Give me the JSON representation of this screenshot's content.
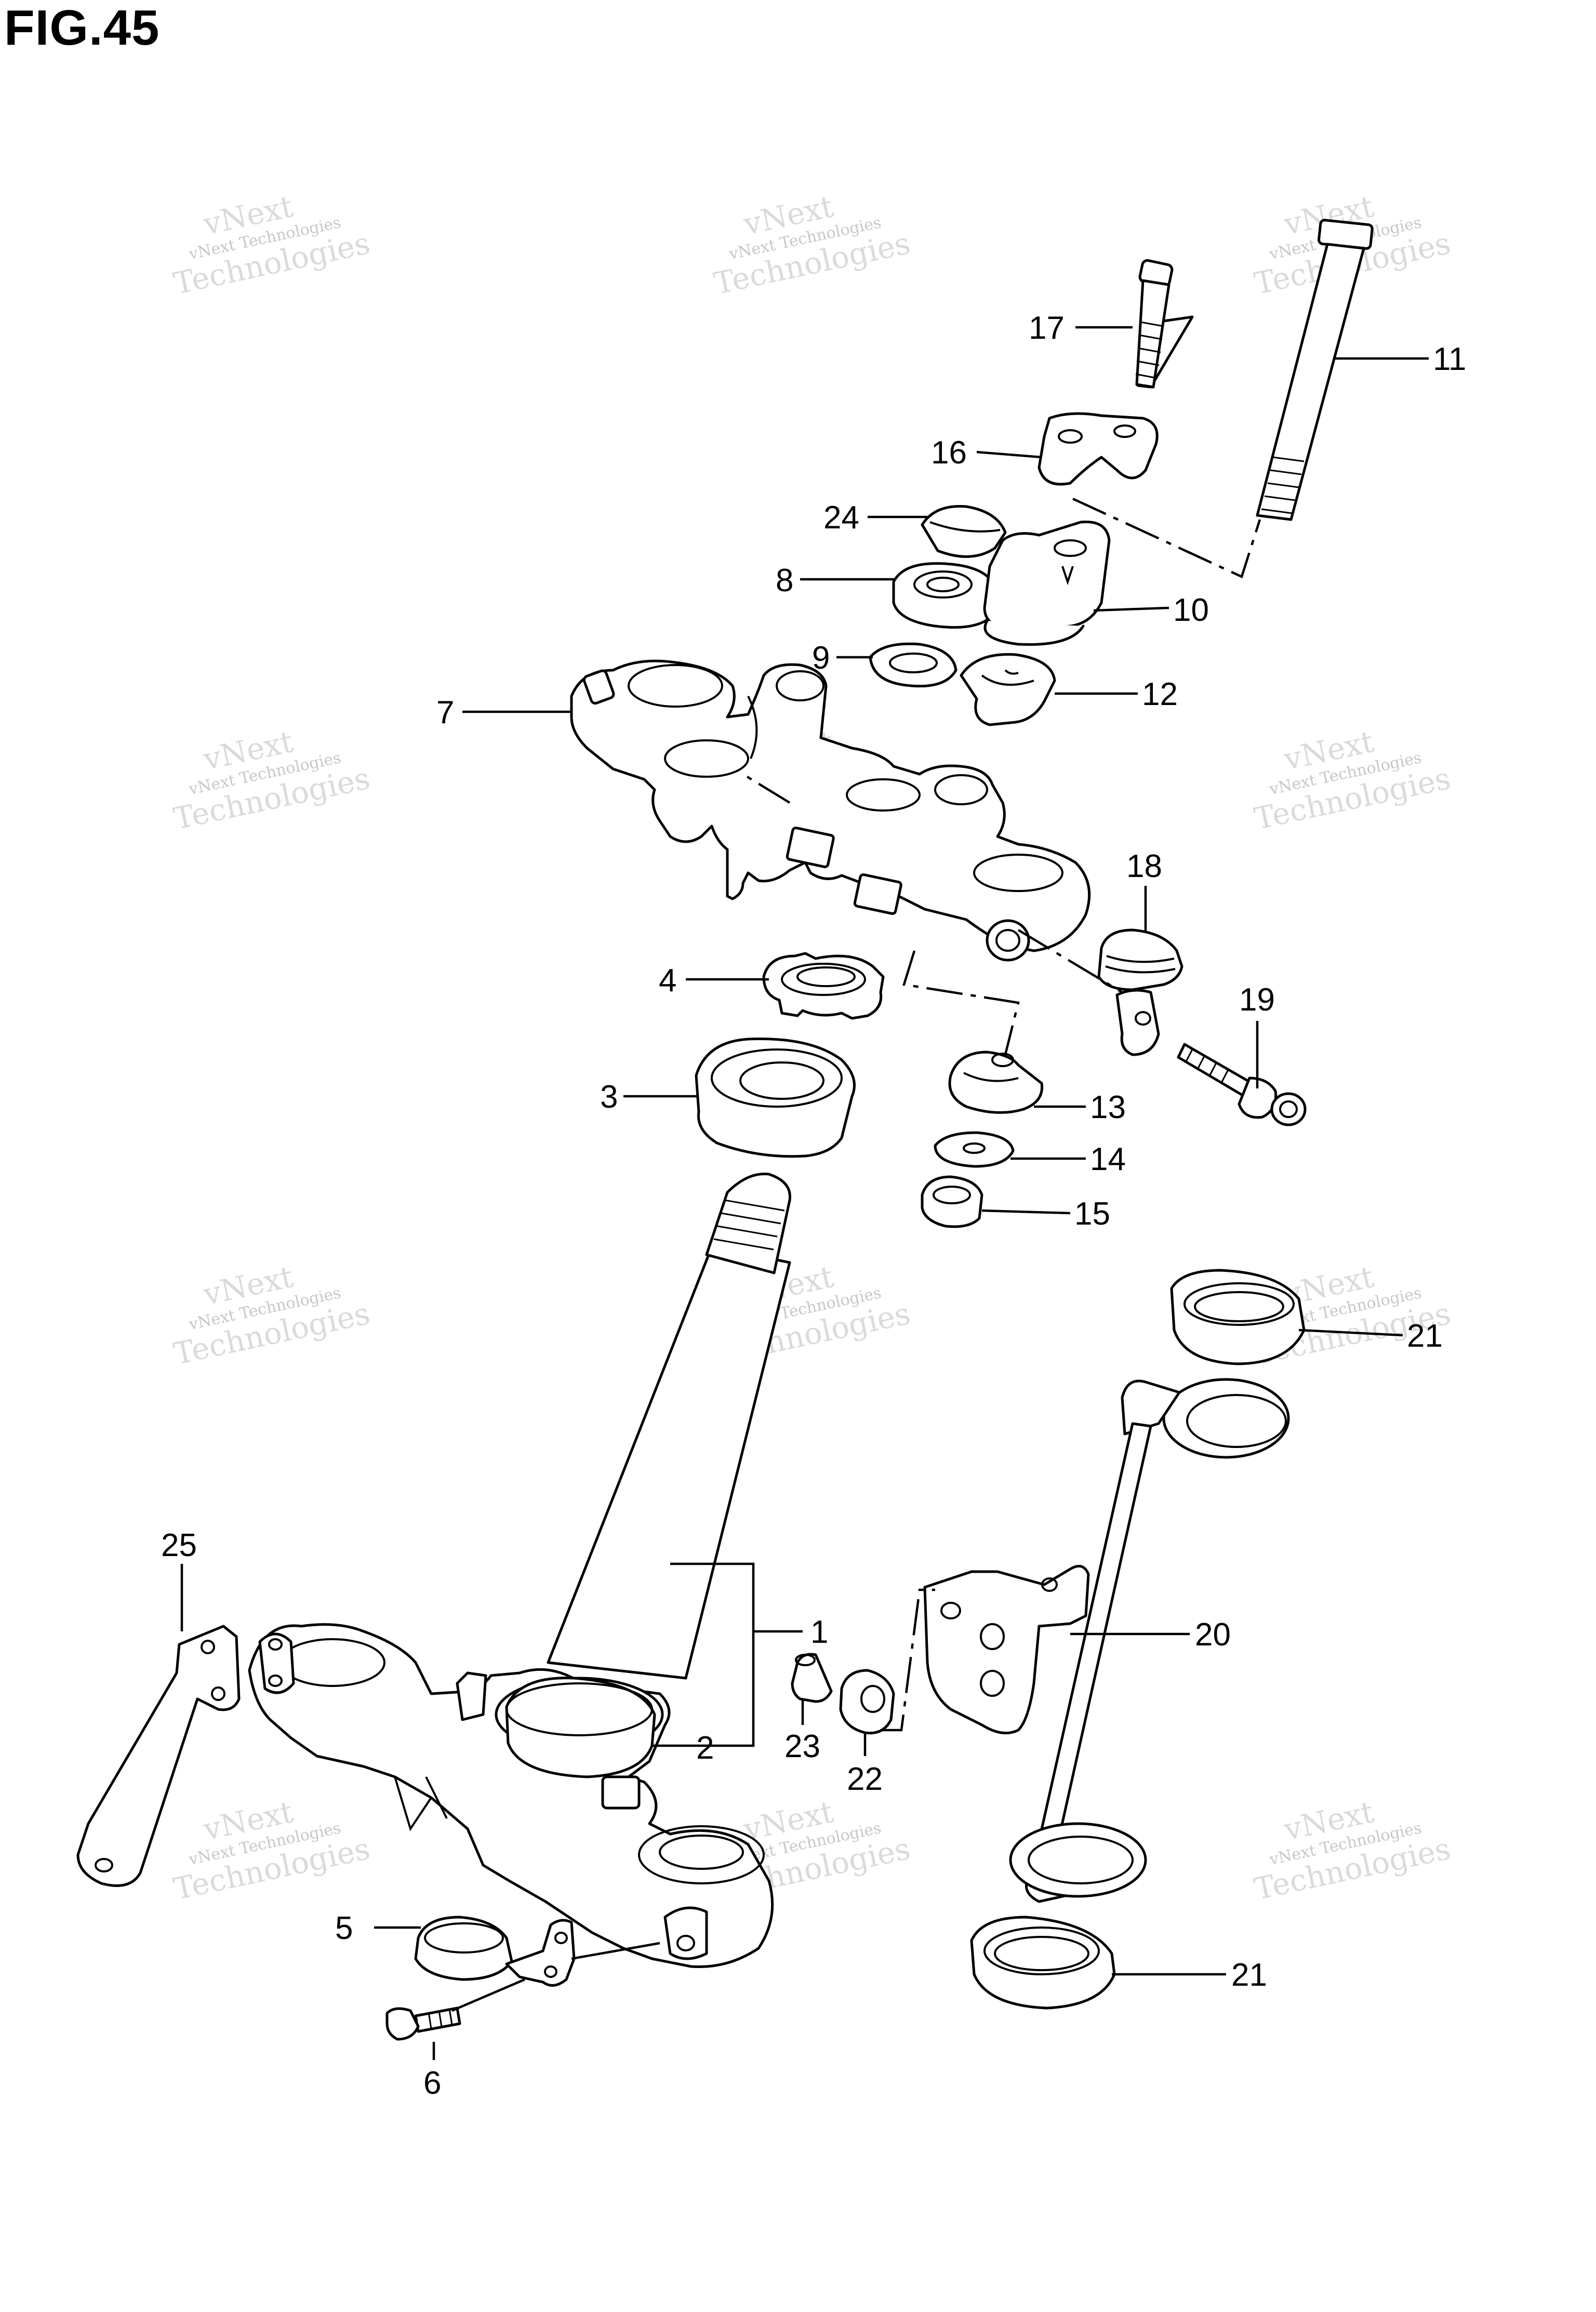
{
  "figure": {
    "title": "FIG.45"
  },
  "watermark": {
    "line1": "vNext",
    "line2": "Technologies",
    "combined": "vNext Technologies"
  },
  "callouts": [
    "1",
    "2",
    "3",
    "4",
    "5",
    "6",
    "7",
    "8",
    "9",
    "10",
    "11",
    "12",
    "13",
    "14",
    "15",
    "16",
    "17",
    "18",
    "19",
    "20",
    "21",
    "21",
    "22",
    "23",
    "24",
    "25"
  ]
}
